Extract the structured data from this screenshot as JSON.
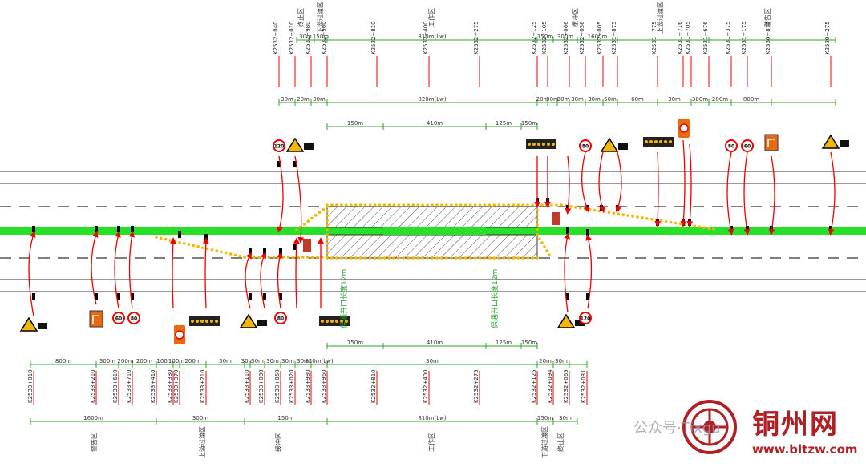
{
  "diagram": {
    "top": {
      "zones": [
        "终止区",
        "下游过渡区",
        "工作区",
        "缓冲区",
        "上游过渡区",
        "警告区"
      ],
      "dims_row1": [
        "30m",
        "150m",
        "810m(Lw)",
        "150m",
        "300m",
        "1600m"
      ],
      "stakes": [
        "K2532+040",
        "K2532+010",
        "K2532+980",
        "K2532+960",
        "K2532+810",
        "K2532+400",
        "K2532+275",
        "K2532+125",
        "K2532+105",
        "K2532+066",
        "K2532+036",
        "K2532+005",
        "K2531+875",
        "K2531+775",
        "K2531+716",
        "K2531+705",
        "K2531+676",
        "K2531+375",
        "K2531+175",
        "K2530+875",
        "K2530+275"
      ],
      "dims_row2": [
        "30m",
        "20m",
        "30m",
        "820m(Lw)",
        "20m",
        "30m",
        "30m",
        "30m",
        "30m",
        "50m",
        "60m",
        "30m",
        "300m",
        "200m",
        "800m"
      ],
      "dims_row3": [
        "150m",
        "410m",
        "125m",
        "150m"
      ]
    },
    "bottom": {
      "dims_row3": [
        "150m",
        "410m",
        "125m",
        "150m"
      ],
      "dims_row1": [
        "800m",
        "300m",
        "200m",
        "200m",
        "100m",
        "100m",
        "200m",
        "30m",
        "30m",
        "30m",
        "30m",
        "30m",
        "30m",
        "820m(Lw)",
        "30m",
        "20m",
        "30m"
      ],
      "stakes": [
        "K2533+010",
        "K2533+210",
        "K2533+610",
        "K2533+710",
        "K2533+410",
        "K2533+380",
        "K2533+370",
        "K2533+210",
        "K2533+110",
        "K2533+080",
        "K2533+050",
        "K2533+020",
        "K2533+980",
        "K2533+960",
        "K2532+810",
        "K2532+400",
        "K2532+275",
        "K2532+125",
        "K2532+094",
        "K2532+065",
        "K2532+031"
      ],
      "dims_row2": [
        "1600m",
        "300m",
        "150m",
        "810m(Lw)",
        "150m",
        "30m"
      ],
      "zones": [
        "警告区",
        "上游过渡区",
        "缓冲区",
        "工作区",
        "下游过渡区",
        "终止区"
      ]
    },
    "labels": {
      "guard_upper": "保通开口长度12m",
      "guard_lower": "保通开口长度12m",
      "speed_limit_a": "80",
      "speed_limit_b": "60",
      "speed_limit_c": "120"
    }
  },
  "watermark": {
    "title": "铜州网",
    "url": "www.bltzw.com",
    "account": "公众号·Tixgu"
  }
}
